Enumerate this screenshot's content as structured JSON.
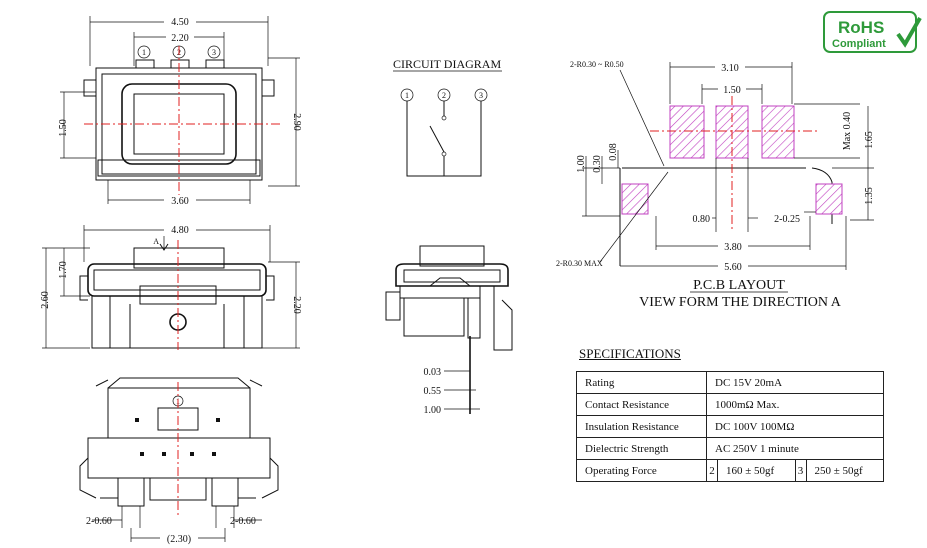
{
  "rohs": {
    "line1": "RoHS",
    "line2": "Compliant",
    "icon": "checkmark-icon"
  },
  "top_view": {
    "dim_overall_width": "4.50",
    "dim_pin_pitch": "2.20",
    "pins": [
      "1",
      "2",
      "3"
    ],
    "dim_left_height": "1.50",
    "dim_right_height": "2.90",
    "dim_bottom_width": "3.60"
  },
  "side_view": {
    "dim_top_width": "4.80",
    "view_marker": "A",
    "dim_left_outer": "2.60",
    "dim_left_inner": "1.70",
    "dim_right": "2.20"
  },
  "bottom_view": {
    "pin_label": "1",
    "dim_left": "2-0.60",
    "dim_right": "2-0.60",
    "dim_bottom": "(2.30)"
  },
  "circuit": {
    "title": "CIRCUIT DIAGRAM",
    "pins": [
      "1",
      "2",
      "3"
    ]
  },
  "end_view": {
    "dims": [
      "0.03",
      "0.55",
      "1.00"
    ]
  },
  "pcb": {
    "title": "P.C.B LAYOUT",
    "subtitle": "VIEW FORM THE DIRECTION A",
    "dim_radius_top": "2-R0.30 ~ R0.50",
    "dim_radius_bottom": "2-R0.30 MAX",
    "dim_top_width": "3.10",
    "dim_pad_pitch": "1.50",
    "dim_max": "Max 0.40",
    "dim_right_upper": "1.65",
    "dim_right_lower": "1.35",
    "dim_left_1": "1.00",
    "dim_left_2": "0.30",
    "dim_left_3": "0.08",
    "dim_pad_width": "0.80",
    "dim_small_pad": "2-0.25",
    "dim_inner_width": "3.80",
    "dim_overall_width": "5.60"
  },
  "specs": {
    "title": "SPECIFICATIONS",
    "rows": [
      {
        "label": "Rating",
        "value": "DC 15V 20mA"
      },
      {
        "label": "Contact Resistance",
        "value": "1000mΩ  Max."
      },
      {
        "label": "Insulation Resistance",
        "value": "DC 100V 100MΩ"
      },
      {
        "label": "Dielectric Strength",
        "value": "AC 250V 1 minute"
      }
    ],
    "force": {
      "label": "Operating Force",
      "opt1_num": "2",
      "opt1_val": "160 ± 50gf",
      "opt2_num": "3",
      "opt2_val": "250 ± 50gf"
    }
  }
}
